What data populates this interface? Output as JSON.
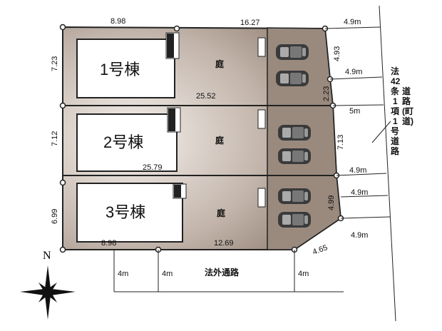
{
  "colors": {
    "lot": "#8f7e72",
    "lot_light": "#efe9e4",
    "line": "#222222"
  },
  "lots": [
    {
      "house": "1号棟",
      "garden": "庭"
    },
    {
      "house": "2号棟",
      "garden": "庭"
    },
    {
      "house": "3号棟",
      "garden": "庭"
    }
  ],
  "dimensions": {
    "top_left": "8.98",
    "top_right": "16.27",
    "left_1": "7.23",
    "left_2": "7.12",
    "left_3": "6.99",
    "mid_1": "25.52",
    "mid_2": "25.79",
    "bottom_left": "8.98",
    "bottom_right": "12.69",
    "right_1": "4.93",
    "right_2": "2.23",
    "right_3": "7.13",
    "right_4": "4.99",
    "corner": "4.65",
    "road_1": "4.9m",
    "road_2": "4.9m",
    "road_3": "5m",
    "road_4": "4.9m",
    "road_5": "4.9m",
    "road_6": "4.9m",
    "south_1": "4m",
    "south_2": "4m",
    "south_3": "4m"
  },
  "roads": {
    "south": "法外通路",
    "east": [
      "法",
      "42",
      "条",
      "1",
      "項",
      "1",
      "号",
      "道",
      "路"
    ],
    "east_sub": [
      "道",
      "路",
      "(町",
      "道)"
    ]
  },
  "compass": {
    "north": "N"
  },
  "icons": [
    "car-icon",
    "stairs-icon",
    "compass-icon"
  ]
}
